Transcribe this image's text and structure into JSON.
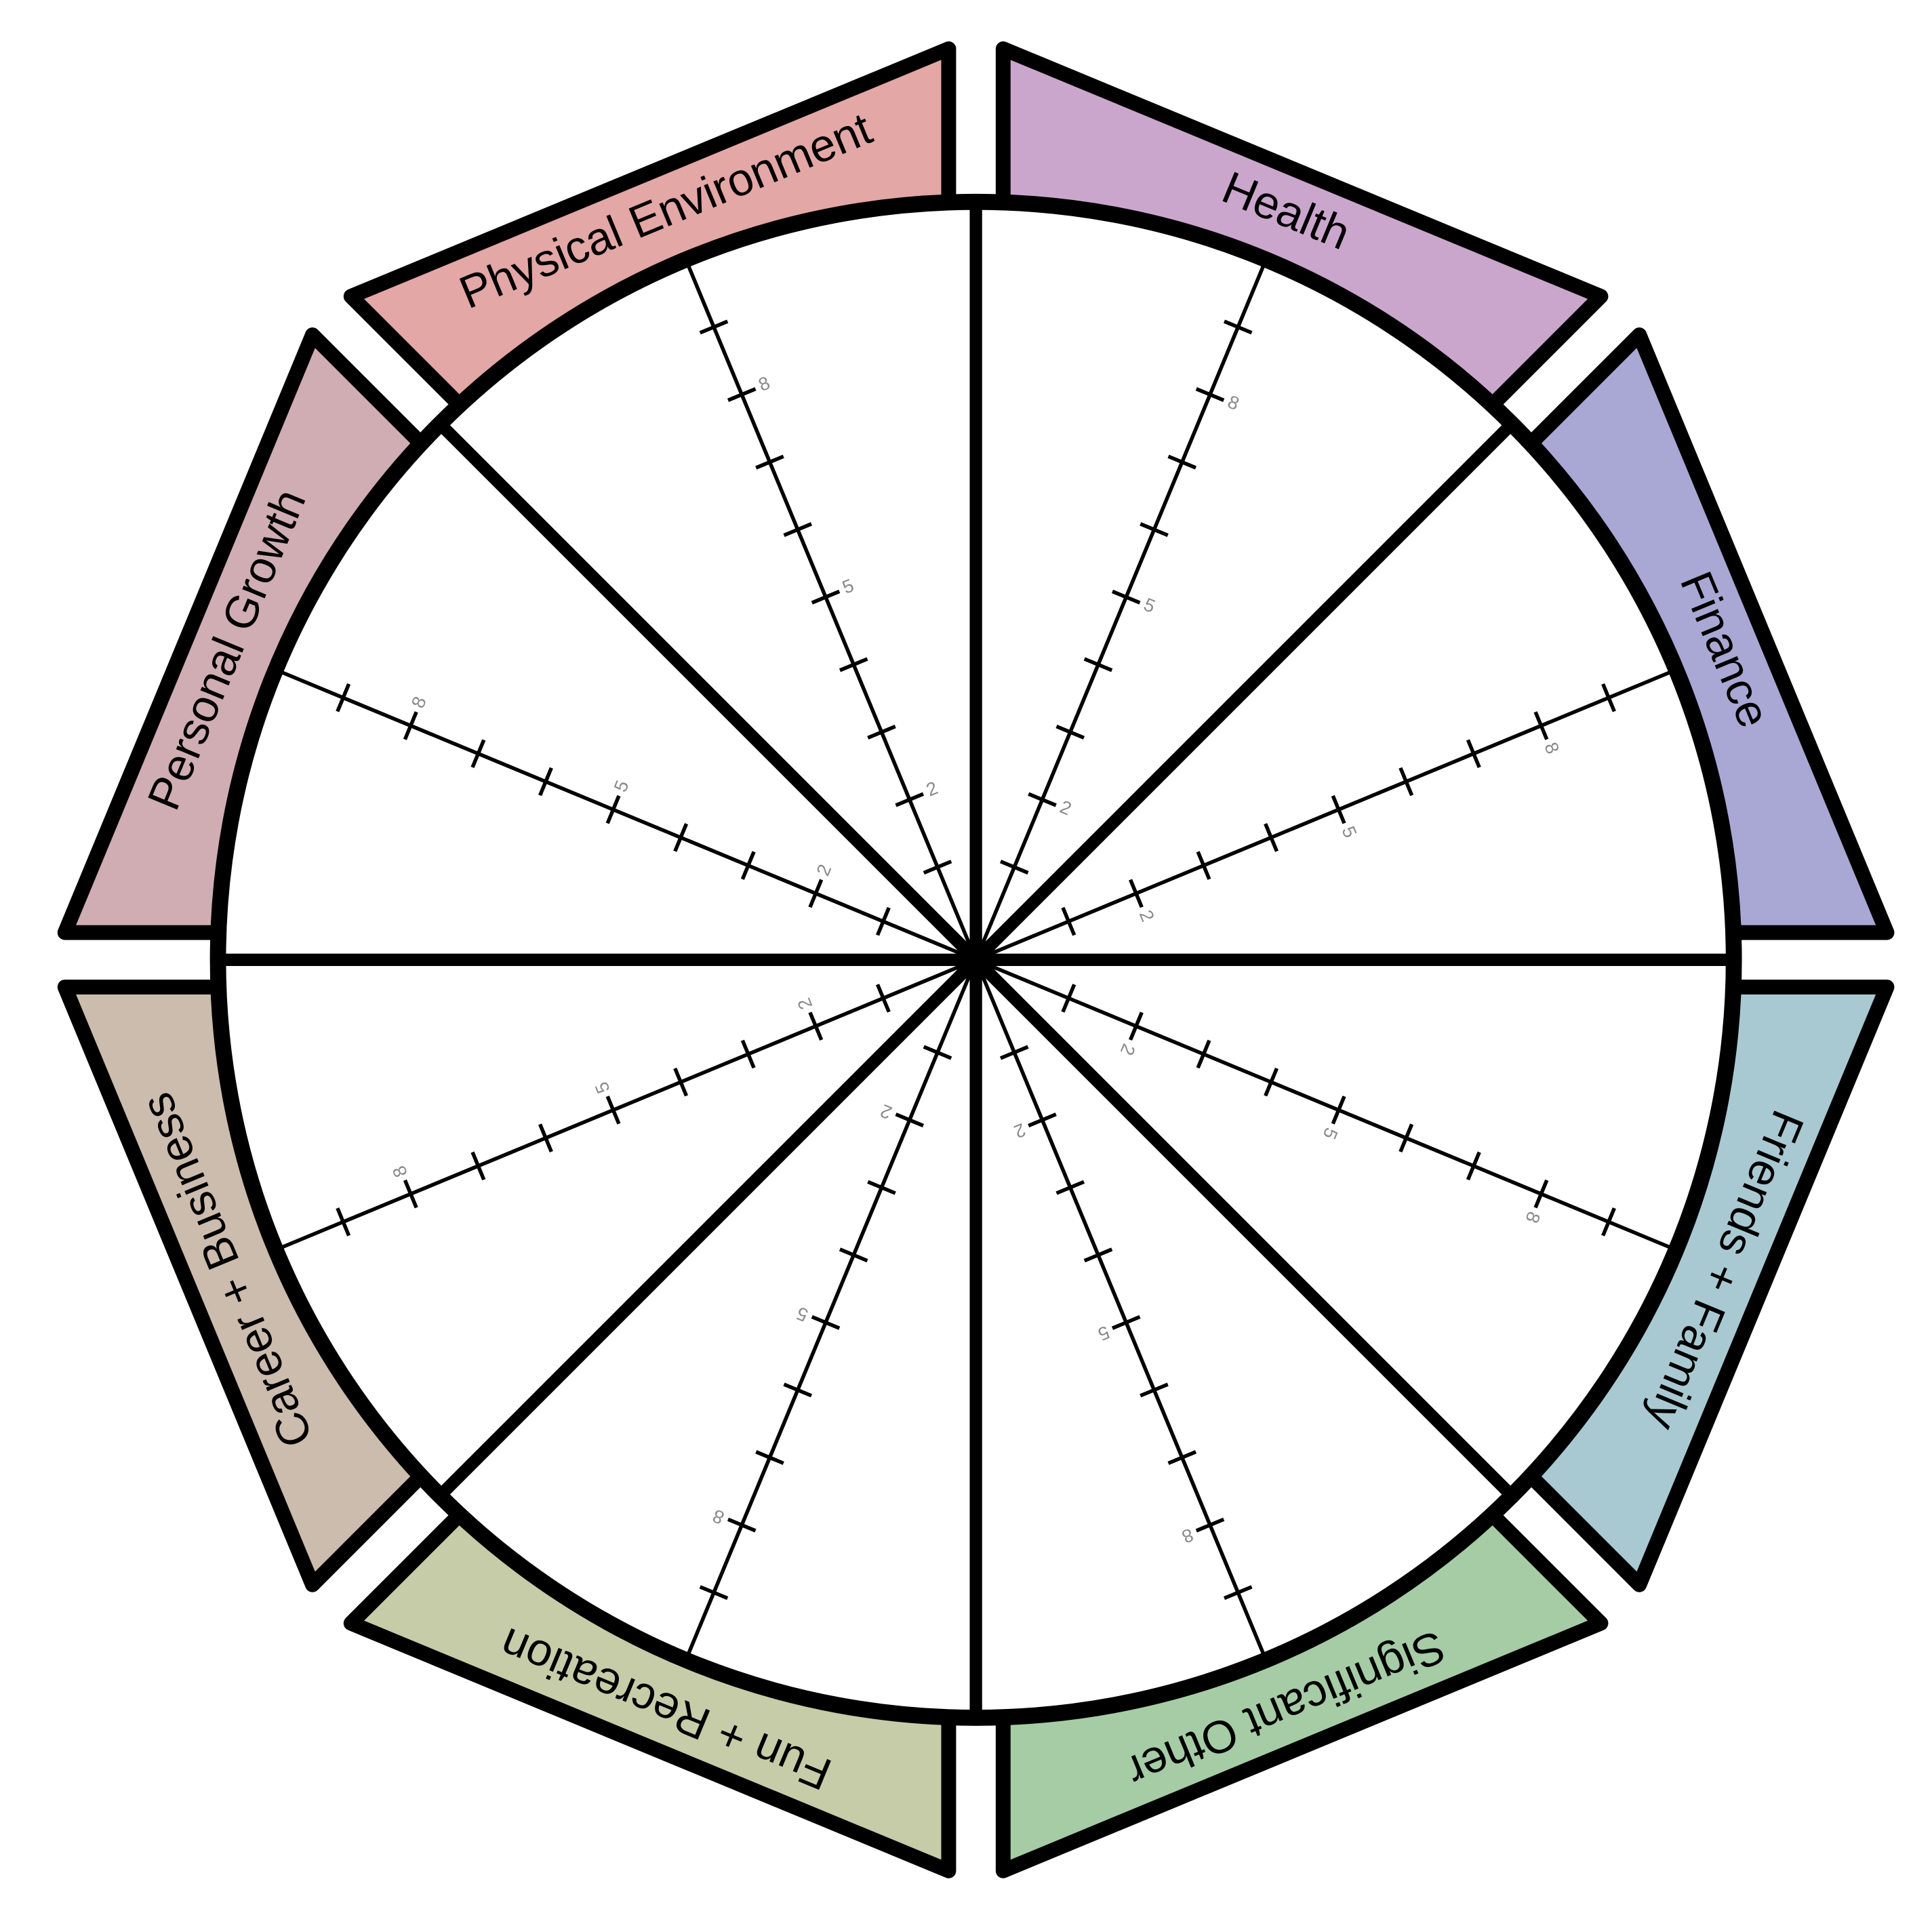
{
  "title": "Wheel of Life",
  "scale": {
    "min": 0,
    "max": 10,
    "tick_count": 9,
    "labeled_ticks": [
      2,
      5,
      8
    ]
  },
  "sections": [
    {
      "name": "Health",
      "color": "#cba6cc"
    },
    {
      "name": "Finance",
      "color": "#a9a7d3"
    },
    {
      "name": "Friends + Family",
      "color": "#a9c9d2"
    },
    {
      "name": "Significant Other",
      "color": "#a6cca6"
    },
    {
      "name": "Fun + Recreation",
      "color": "#c6cca8"
    },
    {
      "name": "Career + Business",
      "color": "#cbbcad"
    },
    {
      "name": "Personal Growth",
      "color": "#cfadb3"
    },
    {
      "name": "Physical Environment",
      "color": "#e3a7a6"
    }
  ]
}
